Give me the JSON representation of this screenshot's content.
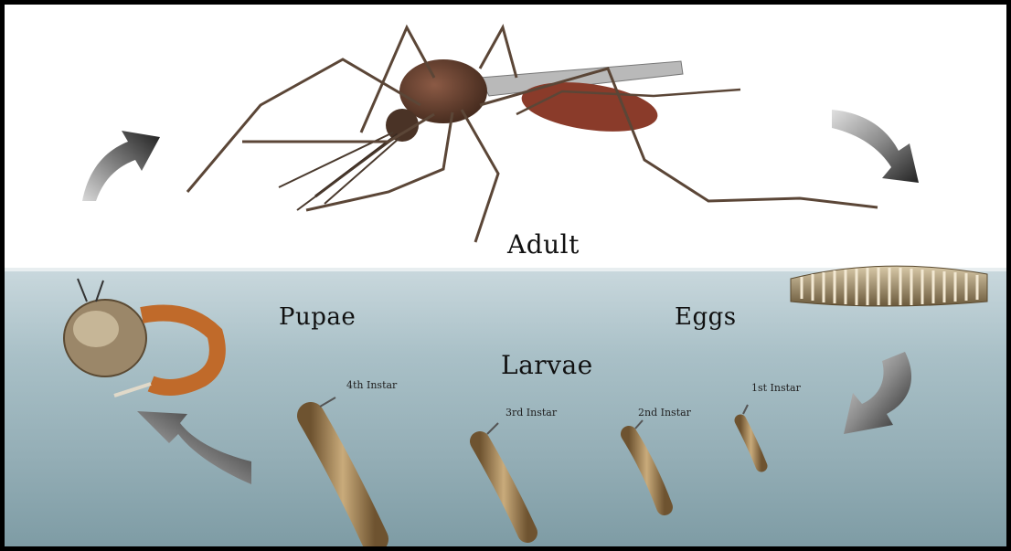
{
  "stages": {
    "adult": "Adult",
    "pupae": "Pupae",
    "eggs": "Eggs",
    "larvae": "Larvae"
  },
  "instars": {
    "fourth": "4th Instar",
    "third": "3rd Instar",
    "second": "2nd Instar",
    "first": "1st Instar"
  },
  "colors": {
    "water_top": "#c9d8dd",
    "water_bottom": "#7c9aa3",
    "arrow_dark": "#2b2b2b",
    "arrow_light": "#9a9a9a",
    "mosquito_body": "#5a3a2a"
  },
  "icons": [
    "mosquito-illustration",
    "egg-raft",
    "pupa",
    "larva",
    "cycle-arrow"
  ]
}
